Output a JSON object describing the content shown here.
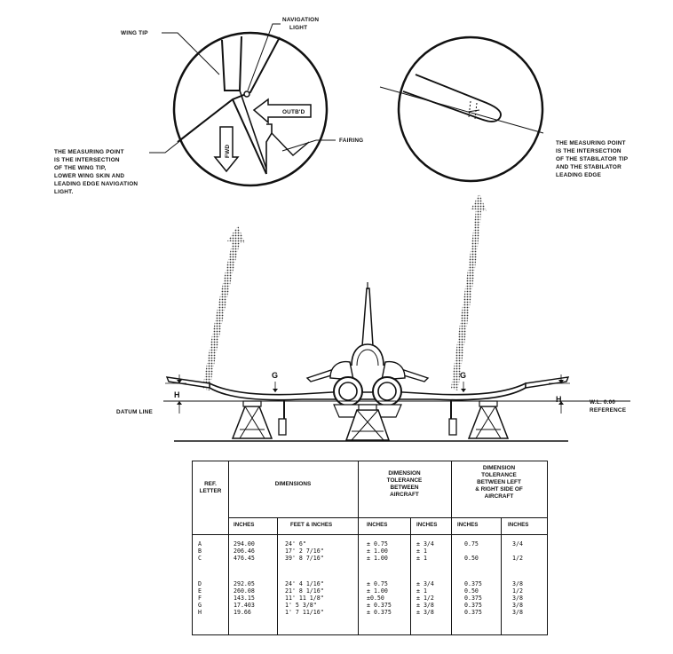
{
  "callouts": {
    "wing_tip": "WING TIP",
    "navigation_light_1": "NAVIGATION",
    "navigation_light_2": "LIGHT",
    "outbd": "OUTB'D",
    "fwd": "FWD",
    "fairing": "FAIRING",
    "wing_note": [
      "THE MEASURING POINT",
      "IS THE INTERSECTION",
      "OF THE WING TIP,",
      "LOWER WING SKIN AND",
      "LEADING EDGE NAVIGATION",
      "LIGHT."
    ],
    "stab_note": [
      "THE MEASURING POINT",
      "IS THE INTERSECTION",
      "OF THE STABILATOR TIP",
      "AND THE STABILATOR",
      "LEADING EDGE"
    ],
    "datum_line": "DATUM LINE",
    "wl_1": "W.L. 0.00",
    "wl_2": "REFERENCE",
    "h_left": "H",
    "g_left": "G",
    "g_right": "G",
    "h_right": "H"
  },
  "table": {
    "hdr_ref": [
      "REF.",
      "LETTER"
    ],
    "hdr_dimensions": "DIMENSIONS",
    "hdr_tol_between": [
      "DIMENSION",
      "TOLERANCE",
      "BETWEEN",
      "AIRCRAFT"
    ],
    "hdr_tol_left_right": [
      "DIMENSION",
      "TOLERANCE",
      "BETWEEN LEFT",
      "& RIGHT SIDE OF",
      "AIRCRAFT"
    ],
    "subheaders": [
      "INCHES",
      "FEET & INCHES",
      "INCHES",
      "INCHES",
      "INCHES",
      "INCHES"
    ],
    "rows": [
      {
        "ref": "A",
        "inches": "294.00",
        "feet": "24' 6\"",
        "tol_a": "± 0.75",
        "tol_b": "± 3/4",
        "lr_a": "0.75",
        "lr_b": "3/4"
      },
      {
        "ref": "B",
        "inches": "206.46",
        "feet": "17' 2 7/16\"",
        "tol_a": "± 1.00",
        "tol_b": "± 1",
        "lr_a": "",
        "lr_b": ""
      },
      {
        "ref": "C",
        "inches": "476.45",
        "feet": "39' 8 7/16\"",
        "tol_a": "± 1.00",
        "tol_b": "± 1",
        "lr_a": "0.50",
        "lr_b": "1/2"
      },
      {
        "ref": "D",
        "inches": "292.05",
        "feet": "24' 4 1/16\"",
        "tol_a": "± 0.75",
        "tol_b": "± 3/4",
        "lr_a": "0.375",
        "lr_b": "3/8"
      },
      {
        "ref": "E",
        "inches": "260.08",
        "feet": "21' 8 1/16\"",
        "tol_a": "± 1.00",
        "tol_b": "± 1",
        "lr_a": "0.50",
        "lr_b": "1/2"
      },
      {
        "ref": "F",
        "inches": "143.15",
        "feet": "11' 11 1/8\"",
        "tol_a": "±0.50",
        "tol_b": "± 1/2",
        "lr_a": "0.375",
        "lr_b": "3/8"
      },
      {
        "ref": "G",
        "inches": "17.403",
        "feet": "1' 5 3/8\"",
        "tol_a": "± 0.375",
        "tol_b": "± 3/8",
        "lr_a": "0.375",
        "lr_b": "3/8"
      },
      {
        "ref": "H",
        "inches": "19.66",
        "feet": "1' 7 11/16\"",
        "tol_a": "± 0.375",
        "tol_b": "± 3/8",
        "lr_a": "0.375",
        "lr_b": "3/8"
      }
    ]
  }
}
